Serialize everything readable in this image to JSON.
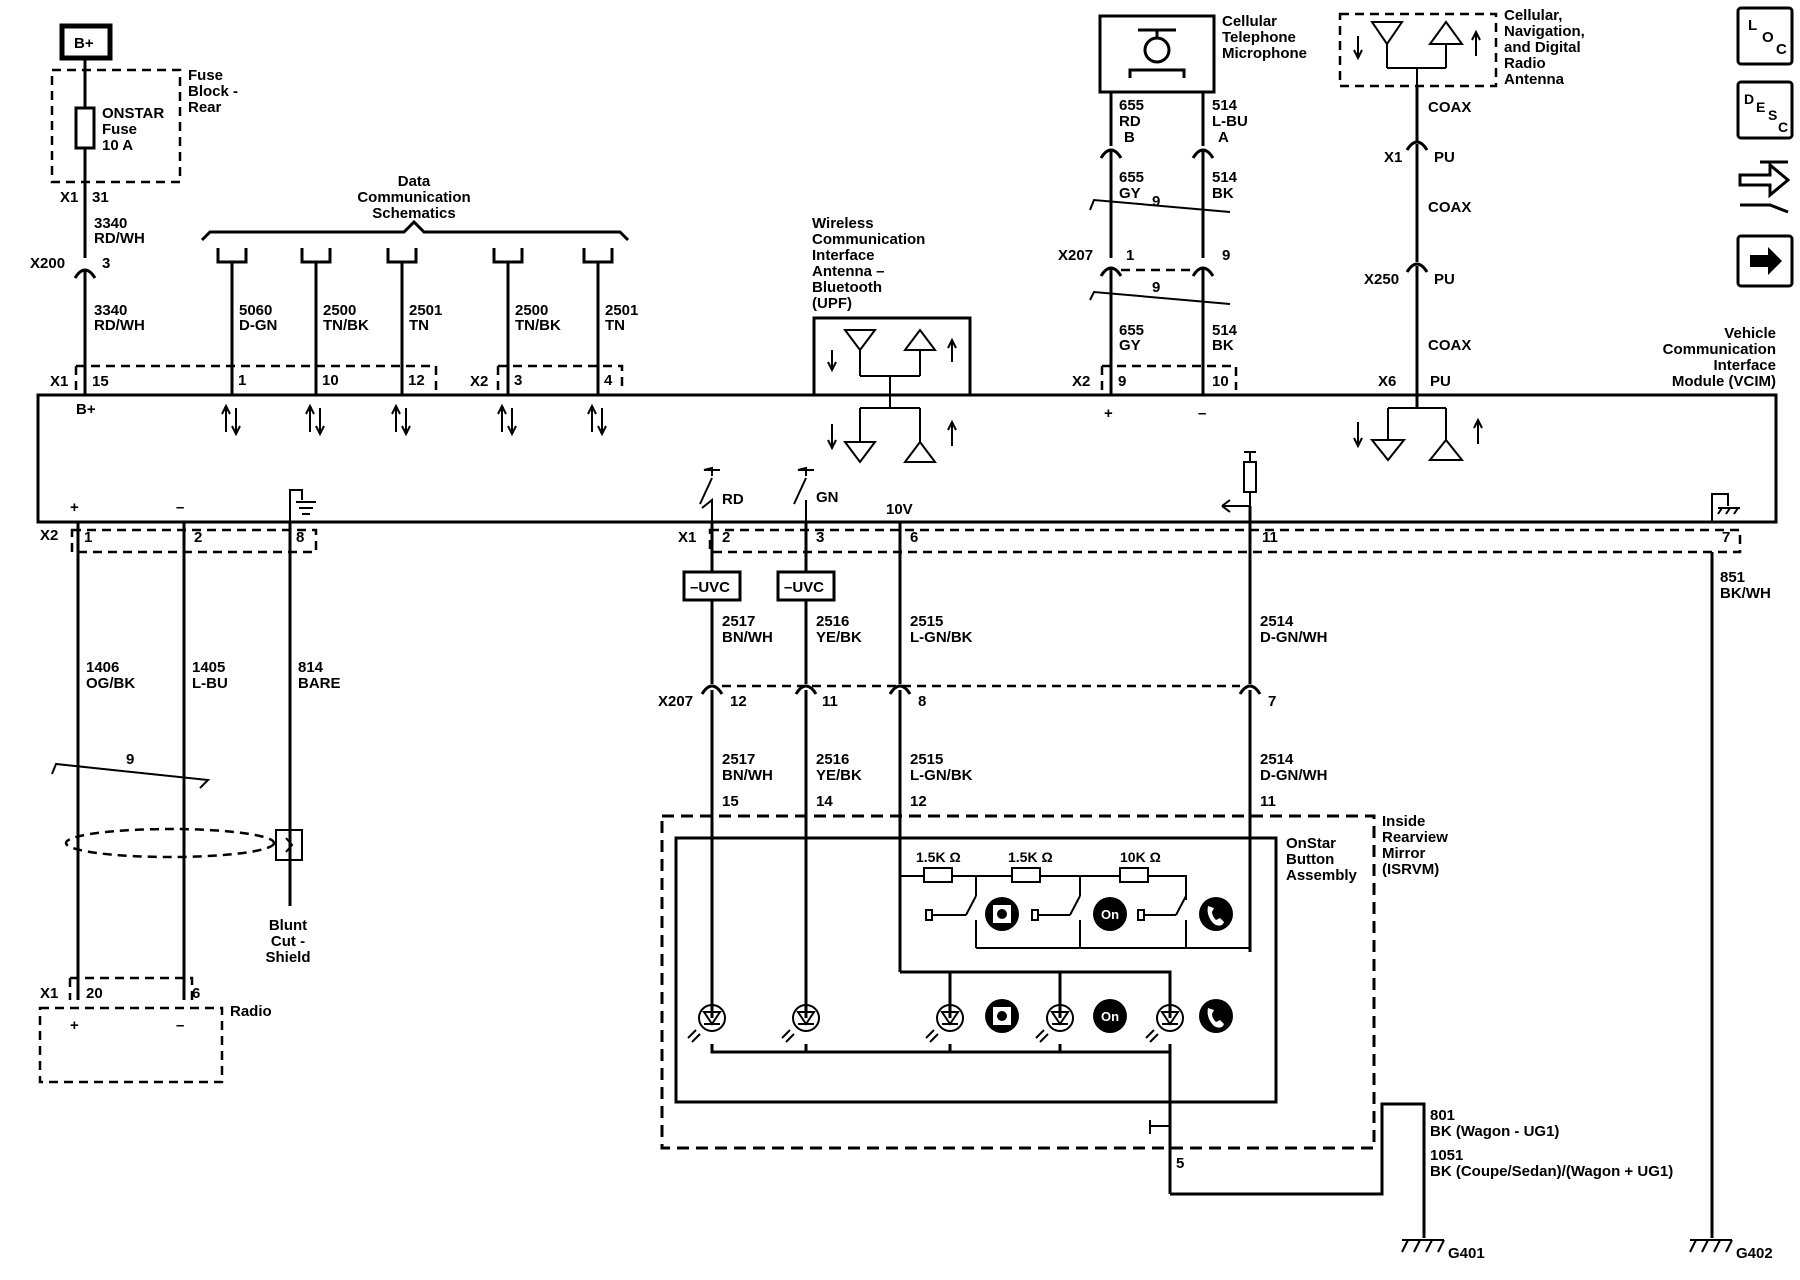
{
  "nav_icons": {
    "loc": [
      "L",
      "O",
      "C"
    ],
    "desc": [
      "D",
      "E",
      "S",
      "C"
    ]
  },
  "power": {
    "bplus": "B+",
    "fuse_block": [
      "Fuse",
      "Block -",
      "Rear"
    ],
    "fuse": [
      "ONSTAR",
      "Fuse",
      "10 A"
    ],
    "x1": "X1",
    "x1_pin": "31",
    "w_top": [
      "3340",
      "RD/WH"
    ],
    "x200": "X200",
    "x200_pin": "3",
    "w_bot": [
      "3340",
      "RD/WH"
    ]
  },
  "data_comm": {
    "title": [
      "Data",
      "Communication",
      "Schematics"
    ],
    "wires": [
      {
        "id": "5060",
        "color": "D-GN",
        "pin": "1"
      },
      {
        "id": "2500",
        "color": "TN/BK",
        "pin": "10"
      },
      {
        "id": "2501",
        "color": "TN",
        "pin": "12"
      },
      {
        "id": "2500",
        "color": "TN/BK",
        "pin": "3"
      },
      {
        "id": "2501",
        "color": "TN",
        "pin": "4"
      }
    ],
    "x1": "X1",
    "x1_pin": "15",
    "x2": "X2"
  },
  "antenna_bt": {
    "label": [
      "Wireless",
      "Communication",
      "Interface",
      "Antenna –",
      "Bluetooth",
      "(UPF)"
    ]
  },
  "microphone": {
    "label": [
      "Cellular",
      "Telephone",
      "Microphone"
    ],
    "left_top": [
      "655",
      "RD",
      "B"
    ],
    "right_top": [
      "514",
      "L-BU",
      "A"
    ],
    "left_mid": [
      "655",
      "GY"
    ],
    "right_mid": [
      "514",
      "BK"
    ],
    "twist": "9",
    "x207": "X207",
    "x207_left": "1",
    "x207_right": "9",
    "twist2": "9",
    "left_bot": [
      "655",
      "GY"
    ],
    "right_bot": [
      "514",
      "BK"
    ],
    "x2": "X2",
    "x2_left": "9",
    "x2_right": "10",
    "plus": "+",
    "minus": "–"
  },
  "cell_antenna": {
    "label": [
      "Cellular,",
      "Navigation,",
      "and Digital",
      "Radio",
      "Antenna"
    ],
    "coax1": "COAX",
    "x1": "X1",
    "pu1": "PU",
    "coax2": "COAX",
    "x250": "X250",
    "pu2": "PU",
    "coax3": "COAX",
    "x6": "X6",
    "pu3": "PU"
  },
  "vcim": {
    "label": [
      "Vehicle",
      "Communication",
      "Interface",
      "Module (VCIM)"
    ],
    "bplus": "B+",
    "plus": "+",
    "minus": "–",
    "rd": "RD",
    "gn": "GN",
    "v10": "10V"
  },
  "bottom_connector": {
    "x2": "X2",
    "pins_left": [
      "1",
      "2",
      "8"
    ],
    "x1": "X1",
    "pins_right": [
      "2",
      "3",
      "6",
      "11",
      "7"
    ]
  },
  "radio_wires": {
    "w1": [
      "1406",
      "OG/BK"
    ],
    "w2": [
      "1405",
      "L-BU"
    ],
    "w3": [
      "814",
      "BARE"
    ],
    "twist": "9",
    "shield": [
      "Blunt",
      "Cut -",
      "Shield"
    ],
    "x1": "X1",
    "pin_a": "20",
    "pin_b": "6",
    "radio": "Radio",
    "plus": "+",
    "minus": "–"
  },
  "uvc": [
    "–UVC",
    "–UVC"
  ],
  "mirror_wires": {
    "top": [
      {
        "id": "2517",
        "color": "BN/WH"
      },
      {
        "id": "2516",
        "color": "YE/BK"
      },
      {
        "id": "2515",
        "color": "L-GN/BK"
      },
      {
        "id": "2514",
        "color": "D-GN/WH"
      }
    ],
    "x207": "X207",
    "x207_pins": [
      "12",
      "11",
      "8",
      "7"
    ],
    "bottom": [
      {
        "id": "2517",
        "color": "BN/WH",
        "pin": "15"
      },
      {
        "id": "2516",
        "color": "YE/BK",
        "pin": "14"
      },
      {
        "id": "2515",
        "color": "L-GN/BK",
        "pin": "12"
      },
      {
        "id": "2514",
        "color": "D-GN/WH",
        "pin": "11"
      }
    ]
  },
  "ground_vcim": {
    "wire": [
      "851",
      "BK/WH"
    ],
    "g": "G402"
  },
  "mirror": {
    "label": [
      "Inside",
      "Rearview",
      "Mirror",
      "(ISRVM)"
    ],
    "button_assy": [
      "OnStar",
      "Button",
      "Assembly"
    ],
    "resistors": [
      "1.5K Ω",
      "1.5K Ω",
      "10K Ω"
    ],
    "onstar_glyph": "On",
    "pin5": "5",
    "gnd_wires": [
      "801",
      "BK (Wagon - UG1)",
      "1051",
      "BK (Coupe/Sedan)/(Wagon + UG1)"
    ],
    "g": "G401"
  }
}
